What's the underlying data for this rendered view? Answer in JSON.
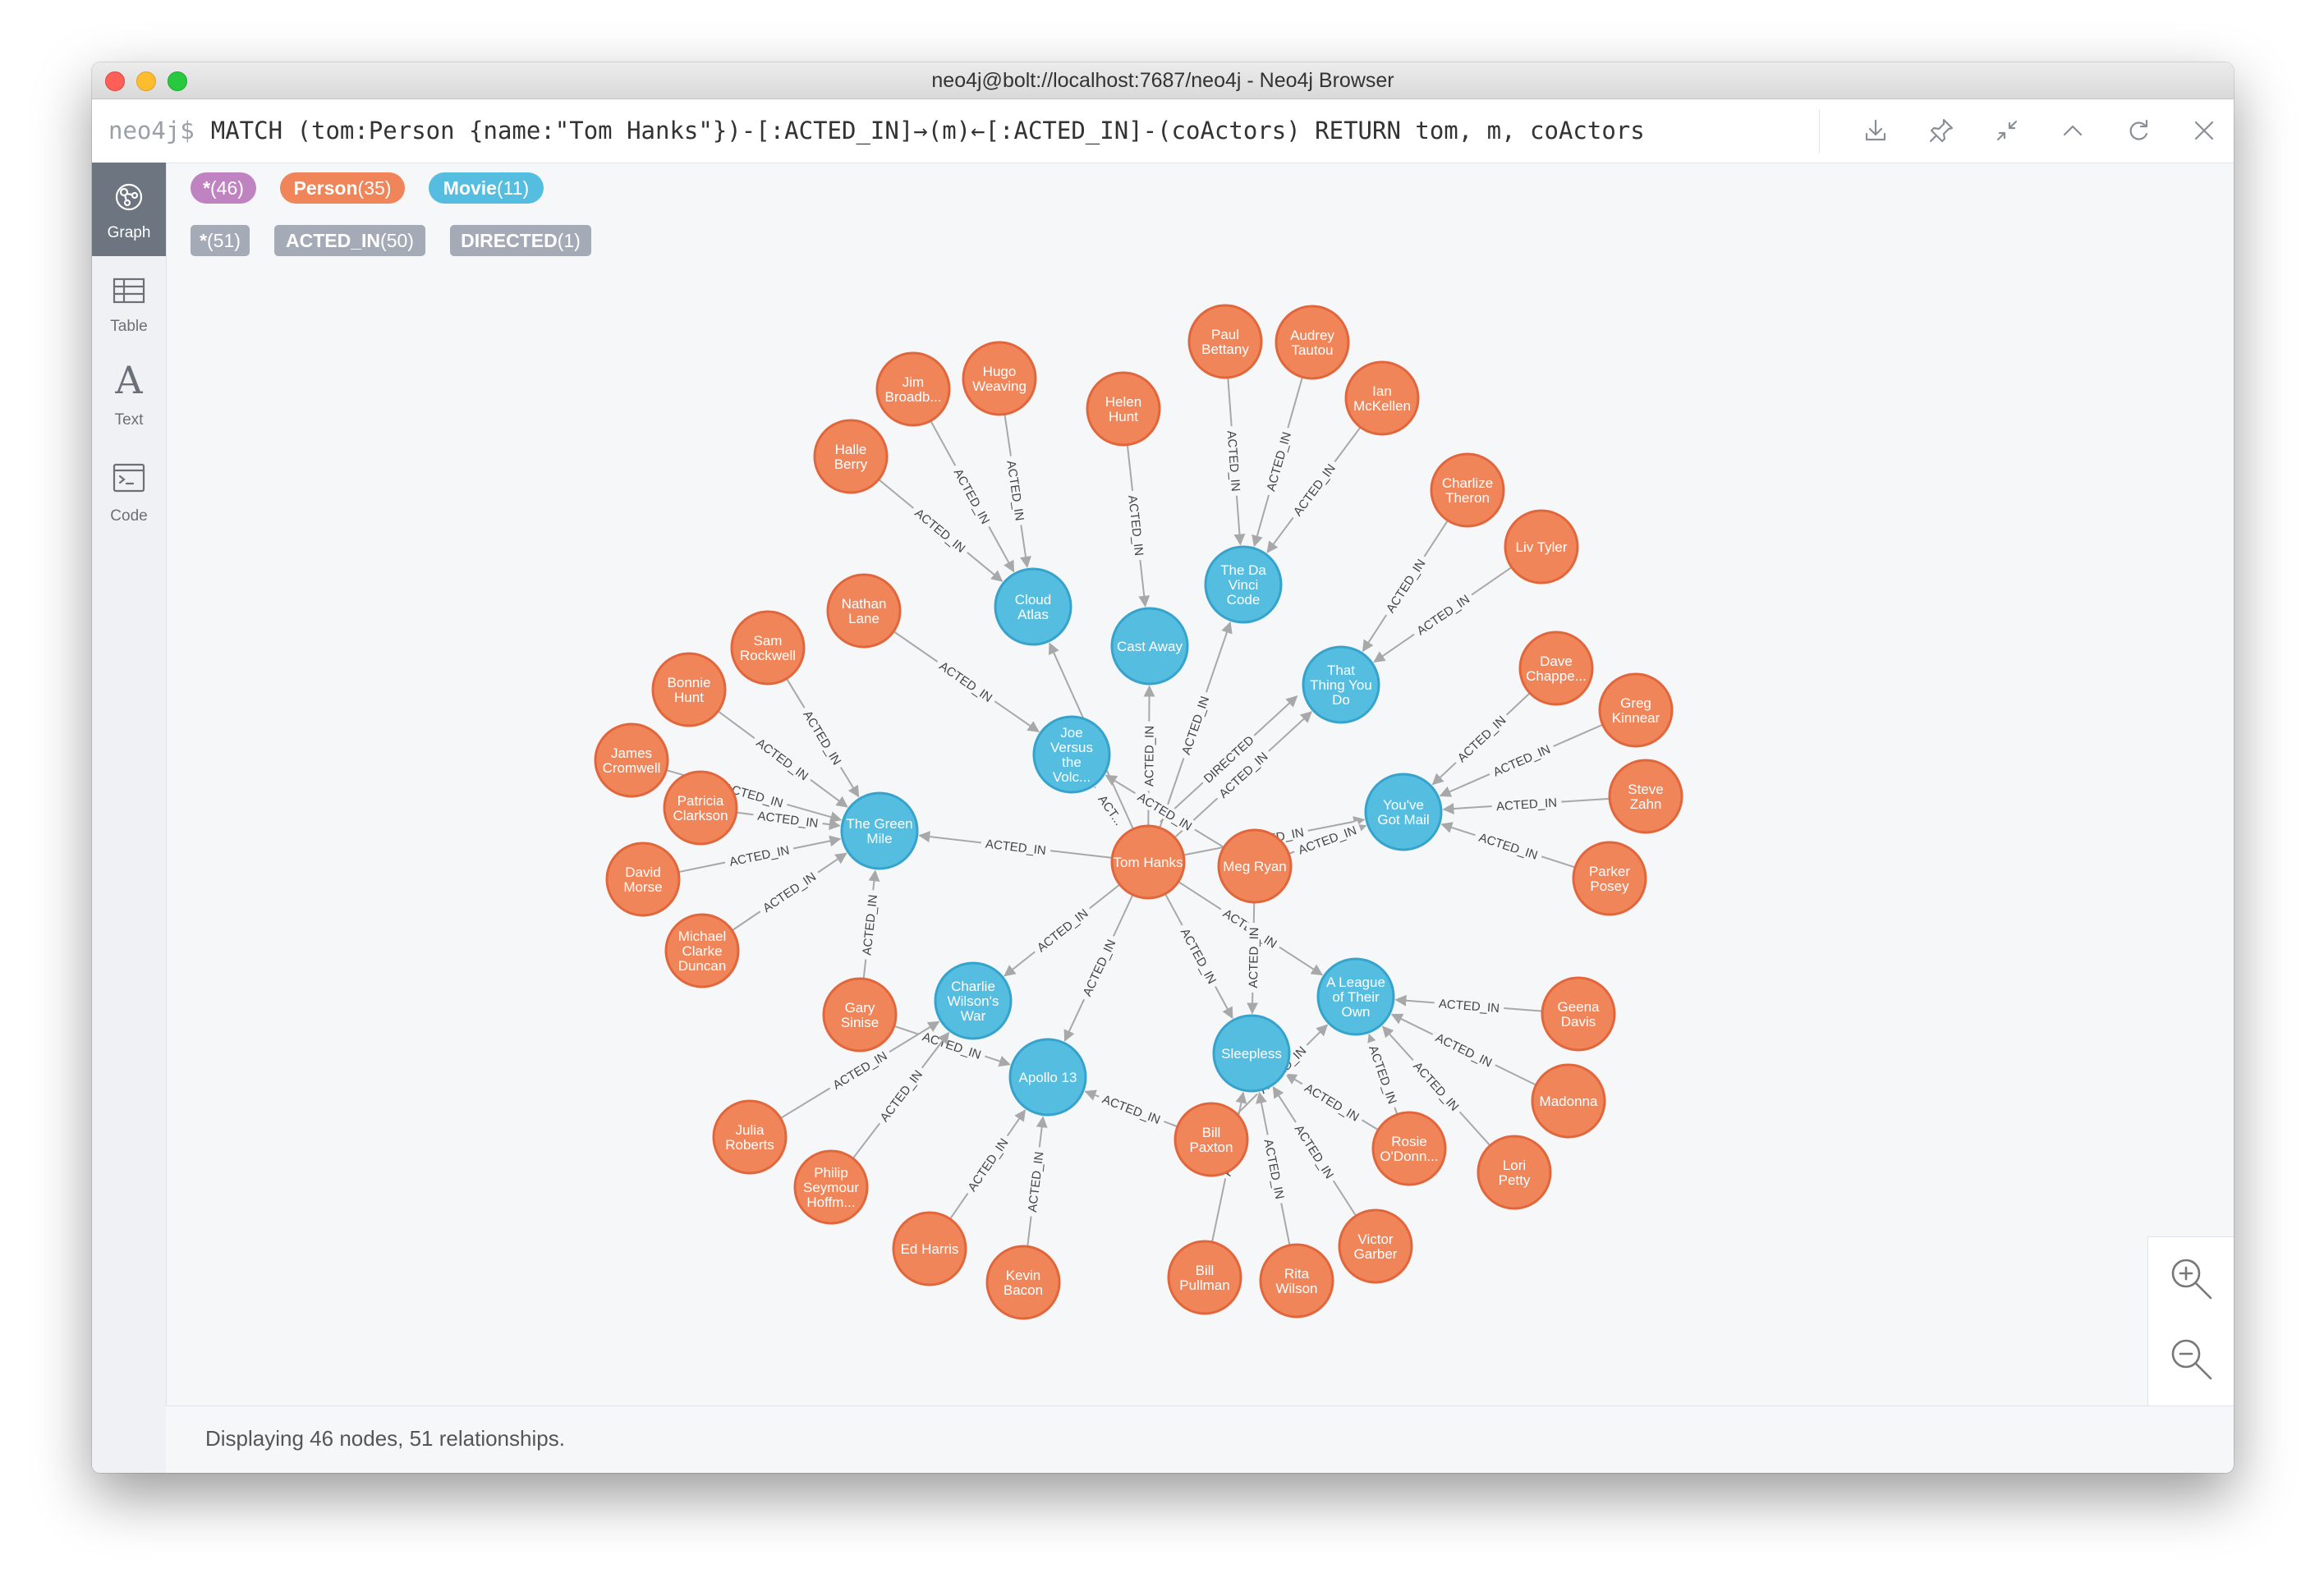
{
  "window": {
    "title": "neo4j@bolt://localhost:7687/neo4j - Neo4j Browser"
  },
  "editor": {
    "prompt": "neo4j$",
    "query": "MATCH (tom:Person {name:\"Tom Hanks\"})-[:ACTED_IN]→(m)←[:ACTED_IN]-(coActors) RETURN tom, m, coActors"
  },
  "toolbar": {
    "icons": [
      "download-icon",
      "pin-icon",
      "collapse-icon",
      "chevron-up-icon",
      "refresh-icon",
      "close-icon"
    ]
  },
  "sidebar": {
    "items": [
      {
        "label": "Graph",
        "icon": "graph-icon",
        "active": true
      },
      {
        "label": "Table",
        "icon": "table-icon"
      },
      {
        "label": "Text",
        "icon": "text-icon",
        "glyph": "A"
      },
      {
        "label": "Code",
        "icon": "code-icon"
      }
    ]
  },
  "legend": {
    "labels": [
      {
        "name": "*",
        "count": "(46)",
        "color": "#c083c2"
      },
      {
        "name": "Person",
        "count": "(35)",
        "color": "#f0855a"
      },
      {
        "name": "Movie",
        "count": "(11)",
        "color": "#55bde0"
      }
    ],
    "types": [
      {
        "name": "*",
        "count": "(51)"
      },
      {
        "name": "ACTED_IN",
        "count": "(50)"
      },
      {
        "name": "DIRECTED",
        "count": "(1)"
      }
    ]
  },
  "colors": {
    "person_fill": "#f0855a",
    "person_stroke": "#e2663c",
    "movie_fill": "#55bde0",
    "movie_stroke": "#36a3cc",
    "edge": "#a8a8a8",
    "edge_label": "#444444"
  },
  "graph": {
    "nodes": [
      {
        "id": "tom",
        "label": "Tom Hanks",
        "type": "person"
      },
      {
        "id": "meg",
        "label": "Meg Ryan",
        "type": "person"
      },
      {
        "id": "greenmile",
        "label": "The Green Mile",
        "type": "movie"
      },
      {
        "id": "joe",
        "label": "Joe Versus the Volc...",
        "type": "movie"
      },
      {
        "id": "cloud",
        "label": "Cloud Atlas",
        "type": "movie"
      },
      {
        "id": "cast",
        "label": "Cast Away",
        "type": "movie"
      },
      {
        "id": "davinci",
        "label": "The Da Vinci Code",
        "type": "movie"
      },
      {
        "id": "thatthing",
        "label": "That Thing You Do",
        "type": "movie"
      },
      {
        "id": "yougot",
        "label": "You've Got Mail",
        "type": "movie"
      },
      {
        "id": "league",
        "label": "A League of Their Own",
        "type": "movie"
      },
      {
        "id": "sleepless",
        "label": "Sleepless",
        "type": "movie"
      },
      {
        "id": "apollo",
        "label": "Apollo 13",
        "type": "movie"
      },
      {
        "id": "charlie",
        "label": "Charlie Wilson's War",
        "type": "movie"
      },
      {
        "id": "sam",
        "label": "Sam Rockwell",
        "type": "person"
      },
      {
        "id": "bonnie",
        "label": "Bonnie Hunt",
        "type": "person"
      },
      {
        "id": "james",
        "label": "James Cromwell",
        "type": "person"
      },
      {
        "id": "patricia",
        "label": "Patricia Clarkson",
        "type": "person"
      },
      {
        "id": "david",
        "label": "David Morse",
        "type": "person"
      },
      {
        "id": "michael",
        "label": "Michael Clarke Duncan",
        "type": "person"
      },
      {
        "id": "gary",
        "label": "Gary Sinise",
        "type": "person"
      },
      {
        "id": "halle",
        "label": "Halle Berry",
        "type": "person"
      },
      {
        "id": "jim",
        "label": "Jim Broadb...",
        "type": "person"
      },
      {
        "id": "hugo",
        "label": "Hugo Weaving",
        "type": "person"
      },
      {
        "id": "nathan",
        "label": "Nathan Lane",
        "type": "person"
      },
      {
        "id": "helen",
        "label": "Helen Hunt",
        "type": "person"
      },
      {
        "id": "paul",
        "label": "Paul Bettany",
        "type": "person"
      },
      {
        "id": "audrey",
        "label": "Audrey Tautou",
        "type": "person"
      },
      {
        "id": "ian",
        "label": "Ian McKellen",
        "type": "person"
      },
      {
        "id": "charlize",
        "label": "Charlize Theron",
        "type": "person"
      },
      {
        "id": "liv",
        "label": "Liv Tyler",
        "type": "person"
      },
      {
        "id": "dave",
        "label": "Dave Chappe...",
        "type": "person"
      },
      {
        "id": "greg",
        "label": "Greg Kinnear",
        "type": "person"
      },
      {
        "id": "steve",
        "label": "Steve Zahn",
        "type": "person"
      },
      {
        "id": "parker",
        "label": "Parker Posey",
        "type": "person"
      },
      {
        "id": "geena",
        "label": "Geena Davis",
        "type": "person"
      },
      {
        "id": "madonna",
        "label": "Madonna",
        "type": "person"
      },
      {
        "id": "lori",
        "label": "Lori Petty",
        "type": "person"
      },
      {
        "id": "rosie",
        "label": "Rosie O'Donn...",
        "type": "person"
      },
      {
        "id": "victor",
        "label": "Victor Garber",
        "type": "person"
      },
      {
        "id": "rita",
        "label": "Rita Wilson",
        "type": "person"
      },
      {
        "id": "billpu",
        "label": "Bill Pullman",
        "type": "person"
      },
      {
        "id": "billpa",
        "label": "Bill Paxton",
        "type": "person"
      },
      {
        "id": "kevin",
        "label": "Kevin Bacon",
        "type": "person"
      },
      {
        "id": "ed",
        "label": "Ed Harris",
        "type": "person"
      },
      {
        "id": "philip",
        "label": "Philip Seymour Hoffm...",
        "type": "person"
      },
      {
        "id": "julia",
        "label": "Julia Roberts",
        "type": "person"
      }
    ],
    "edges": [
      {
        "from": "tom",
        "to": "greenmile",
        "label": "ACTED_IN"
      },
      {
        "from": "tom",
        "to": "joe",
        "label": "ACT..."
      },
      {
        "from": "tom",
        "to": "cloud",
        "label": ""
      },
      {
        "from": "tom",
        "to": "cast",
        "label": "ACTED_IN"
      },
      {
        "from": "tom",
        "to": "davinci",
        "label": "ACTED_IN"
      },
      {
        "from": "tom",
        "to": "thatthing",
        "label": "ACTED_IN"
      },
      {
        "from": "tom",
        "to": "thatthing",
        "label": "DIRECTED",
        "offset": -26
      },
      {
        "from": "tom",
        "to": "yougot",
        "label": "ACTED_IN"
      },
      {
        "from": "tom",
        "to": "league",
        "label": "ACTED_IN"
      },
      {
        "from": "tom",
        "to": "sleepless",
        "label": "ACTED_IN"
      },
      {
        "from": "tom",
        "to": "apollo",
        "label": "ACTED_IN"
      },
      {
        "from": "tom",
        "to": "charlie",
        "label": "ACTED_IN"
      },
      {
        "from": "meg",
        "to": "joe",
        "label": "ACTED_IN"
      },
      {
        "from": "meg",
        "to": "yougot",
        "label": "ACTED_IN"
      },
      {
        "from": "meg",
        "to": "sleepless",
        "label": "ACTED_IN"
      },
      {
        "from": "sam",
        "to": "greenmile",
        "label": "ACTED_IN"
      },
      {
        "from": "bonnie",
        "to": "greenmile",
        "label": "ACTED_IN"
      },
      {
        "from": "james",
        "to": "greenmile",
        "label": "ACTED_IN"
      },
      {
        "from": "patricia",
        "to": "greenmile",
        "label": "ACTED_IN"
      },
      {
        "from": "david",
        "to": "greenmile",
        "label": "ACTED_IN"
      },
      {
        "from": "michael",
        "to": "greenmile",
        "label": "ACTED_IN"
      },
      {
        "from": "gary",
        "to": "greenmile",
        "label": "ACTED_IN"
      },
      {
        "from": "gary",
        "to": "apollo",
        "label": "ACTED_IN"
      },
      {
        "from": "halle",
        "to": "cloud",
        "label": "ACTED_IN"
      },
      {
        "from": "jim",
        "to": "cloud",
        "label": "ACTED_IN"
      },
      {
        "from": "hugo",
        "to": "cloud",
        "label": "ACTED_IN"
      },
      {
        "from": "nathan",
        "to": "joe",
        "label": "ACTED_IN"
      },
      {
        "from": "helen",
        "to": "cast",
        "label": "ACTED_IN"
      },
      {
        "from": "paul",
        "to": "davinci",
        "label": "ACTED_IN"
      },
      {
        "from": "audrey",
        "to": "davinci",
        "label": "ACTED_IN"
      },
      {
        "from": "ian",
        "to": "davinci",
        "label": "ACTED_IN"
      },
      {
        "from": "charlize",
        "to": "thatthing",
        "label": "ACTED_IN"
      },
      {
        "from": "liv",
        "to": "thatthing",
        "label": "ACTED_IN"
      },
      {
        "from": "dave",
        "to": "yougot",
        "label": "ACTED_IN"
      },
      {
        "from": "greg",
        "to": "yougot",
        "label": "ACTED_IN"
      },
      {
        "from": "steve",
        "to": "yougot",
        "label": "ACTED_IN"
      },
      {
        "from": "parker",
        "to": "yougot",
        "label": "ACTED_IN"
      },
      {
        "from": "geena",
        "to": "league",
        "label": "ACTED_IN"
      },
      {
        "from": "madonna",
        "to": "league",
        "label": "ACTED_IN"
      },
      {
        "from": "lori",
        "to": "league",
        "label": "ACTED_IN"
      },
      {
        "from": "rosie",
        "to": "league",
        "label": "ACTED_IN"
      },
      {
        "from": "rosie",
        "to": "sleepless",
        "label": "ACTED_IN"
      },
      {
        "from": "billpa",
        "to": "league",
        "label": "ACTED_IN"
      },
      {
        "from": "billpa",
        "to": "apollo",
        "label": "ACTED_IN"
      },
      {
        "from": "victor",
        "to": "sleepless",
        "label": "ACTED_IN"
      },
      {
        "from": "rita",
        "to": "sleepless",
        "label": "ACTED_IN"
      },
      {
        "from": "billpu",
        "to": "sleepless",
        "label": "AC"
      },
      {
        "from": "kevin",
        "to": "apollo",
        "label": "ACTED_IN"
      },
      {
        "from": "ed",
        "to": "apollo",
        "label": "ACTED_IN"
      },
      {
        "from": "philip",
        "to": "charlie",
        "label": "ACTED_IN"
      },
      {
        "from": "julia",
        "to": "charlie",
        "label": "ACTED_IN"
      }
    ]
  },
  "status": {
    "text": "Displaying 46 nodes, 51 relationships."
  },
  "zoom": {
    "icons": [
      "zoom-in-icon",
      "zoom-out-icon"
    ]
  }
}
